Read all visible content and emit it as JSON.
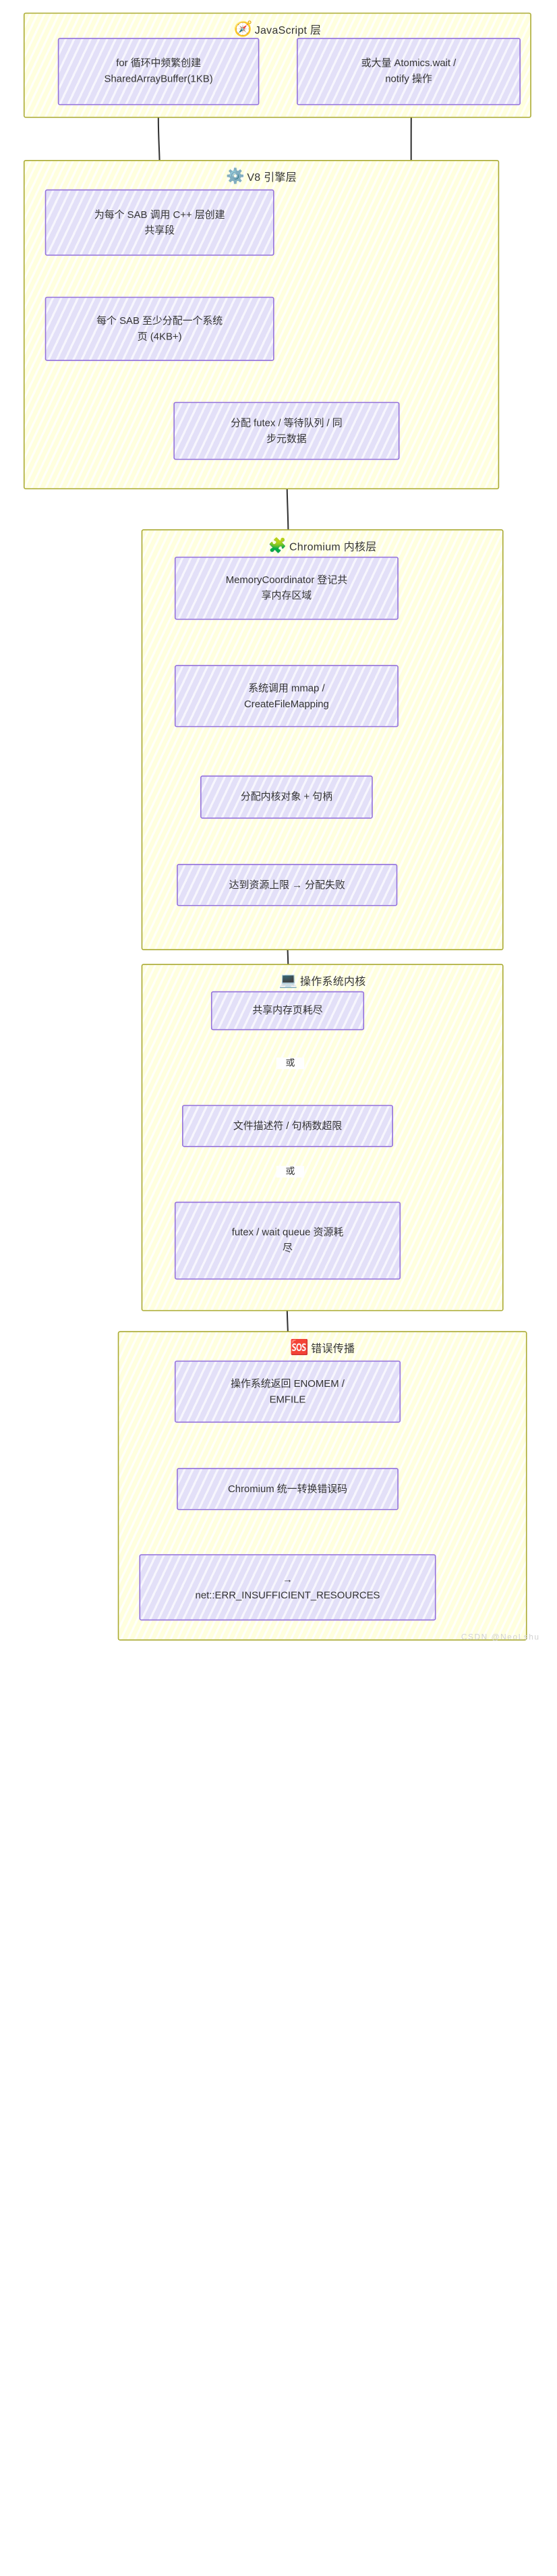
{
  "diagram": {
    "type": "flowchart",
    "direction": "top-down",
    "watermark": "CSDN @NeoLshu",
    "theme": {
      "layer_fill": "#ffffde",
      "layer_border": "#aaaa33",
      "node_fill": "#e3e0f8",
      "node_border": "#9370db",
      "text_color": "#333333",
      "edge_color": "#333333",
      "background": "#ffffff"
    },
    "layers": [
      {
        "id": "js",
        "icon": "compass-icon",
        "icon_glyph": "🧭",
        "title": "JavaScript 层",
        "nodes": [
          {
            "id": "js-loop",
            "label": "for 循环中频繁创建\nSharedArrayBuffer(1KB)"
          },
          {
            "id": "js-atomics",
            "label": "或大量 Atomics.wait /\nnotify 操作"
          }
        ]
      },
      {
        "id": "v8",
        "icon": "gear-icon",
        "icon_glyph": "⚙️",
        "title": "V8 引擎层",
        "nodes": [
          {
            "id": "v8-create",
            "label": "为每个 SAB 调用 C++ 层创建\n共享段"
          },
          {
            "id": "v8-page",
            "label": "每个 SAB 至少分配一个系统\n页 (4KB+)"
          },
          {
            "id": "v8-futex",
            "label": "分配 futex / 等待队列 / 同\n步元数据"
          }
        ]
      },
      {
        "id": "chromium",
        "icon": "puzzle-icon",
        "icon_glyph": "🧩",
        "title": "Chromium 内核层",
        "nodes": [
          {
            "id": "cr-coord",
            "label": "MemoryCoordinator 登记共\n享内存区域"
          },
          {
            "id": "cr-mmap",
            "label": "系统调用 mmap /\nCreateFileMapping"
          },
          {
            "id": "cr-handle",
            "label": "分配内核对象 + 句柄"
          },
          {
            "id": "cr-limit",
            "label": "达到资源上限 → 分配失败"
          }
        ]
      },
      {
        "id": "os",
        "icon": "laptop-icon",
        "icon_glyph": "💻",
        "title": "操作系统内核",
        "nodes": [
          {
            "id": "os-pages",
            "label": "共享内存页耗尽"
          },
          {
            "id": "os-fd",
            "label": "文件描述符 / 句柄数超限"
          },
          {
            "id": "os-futex",
            "label": "futex / wait queue 资源耗\n尽"
          }
        ]
      },
      {
        "id": "err",
        "icon": "alarm-icon",
        "icon_glyph": "🆘",
        "title": "错误传播",
        "nodes": [
          {
            "id": "err-os",
            "label": "操作系统返回 ENOMEM /\nEMFILE"
          },
          {
            "id": "err-convert",
            "label": "Chromium 统一转换错误码"
          },
          {
            "id": "err-final",
            "label": "→\nnet::ERR_INSUFFICIENT_RESOURCES"
          }
        ]
      }
    ],
    "edge_labels": [
      {
        "id": "or-1",
        "text": "或"
      },
      {
        "id": "or-2",
        "text": "或"
      }
    ]
  }
}
